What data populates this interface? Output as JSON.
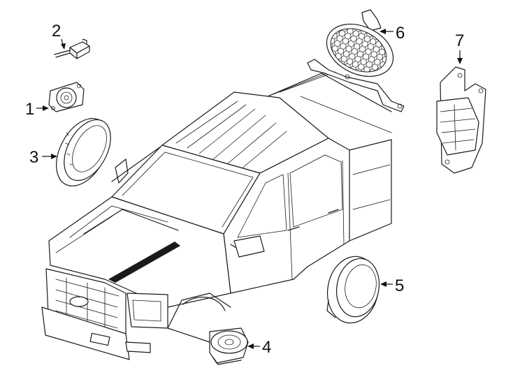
{
  "diagram": {
    "callouts": [
      {
        "number": "1",
        "part": "bracket-sensor"
      },
      {
        "number": "2",
        "part": "antenna-connector"
      },
      {
        "number": "3",
        "part": "door-speaker-large"
      },
      {
        "number": "4",
        "part": "dash-speaker"
      },
      {
        "number": "5",
        "part": "door-speaker"
      },
      {
        "number": "6",
        "part": "subwoofer-speaker"
      },
      {
        "number": "7",
        "part": "amplifier-module"
      }
    ]
  }
}
